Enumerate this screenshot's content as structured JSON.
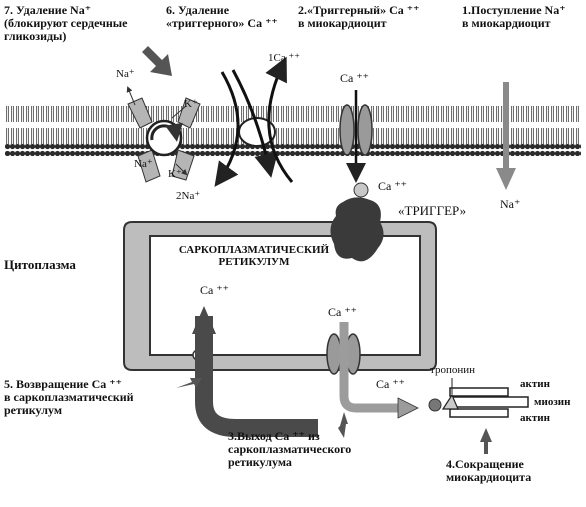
{
  "labels": {
    "step7_line1": "7. Удаление Na⁺",
    "step7_line2": "(блокируют сердечные",
    "step7_line3": "гликозиды)",
    "step6_line1": "6. Удаление",
    "step6_line2": "«триггерного» Ca ⁺⁺",
    "step2_line1": "2.«Триггерный» Ca ⁺⁺",
    "step2_line2": "в миокардиоцит",
    "step1_line1": "1.Поступление Na⁺",
    "step1_line2": "в миокардиоцит",
    "na_top": "Na⁺",
    "k_top": "K⁺",
    "k_bottom": "K⁺",
    "na_left": "Na⁺",
    "two_na": "2Na⁺",
    "one_ca": "1Ca ⁺⁺",
    "ca_channel_top": "Ca ⁺⁺",
    "ca_trigger": "Ca ⁺⁺",
    "trigger": "«ТРИГГЕР»",
    "na_right": "Na⁺",
    "cytoplasm": "Цитоплазма",
    "sr_line1": "САРКОПЛАЗМАТИЧЕСКИЙ",
    "sr_line2": "РЕТИКУЛУМ",
    "ca_sr_left": "Ca ⁺⁺",
    "ca_sr_right": "Ca ⁺⁺",
    "ca_release": "Ca ⁺⁺",
    "step5_line1": "5. Возвращение Ca ⁺⁺",
    "step5_line2": "в саркоплазматический",
    "step5_line3": "ретикулум",
    "step3_line1": "3.Выход Ca ⁺⁺ из",
    "step3_line2": "саркоплазматического",
    "step3_line3": "ретикулума",
    "troponin": "тропонин",
    "actin_top": "актин",
    "myosin": "миозин",
    "actin_bottom": "актин",
    "step4_line1": "4.Сокращение",
    "step4_line2": "миокардиоцита"
  },
  "colors": {
    "membrane": "#555555",
    "membrane_dark": "#222222",
    "channel": "#9a9a9a",
    "reticulum_fill": "#bdbdbd",
    "reticulum_stroke": "#333333",
    "arrow_dark": "#555555",
    "arrow_light": "#9c9c9c",
    "trigger_blob": "#3a3a3a"
  }
}
